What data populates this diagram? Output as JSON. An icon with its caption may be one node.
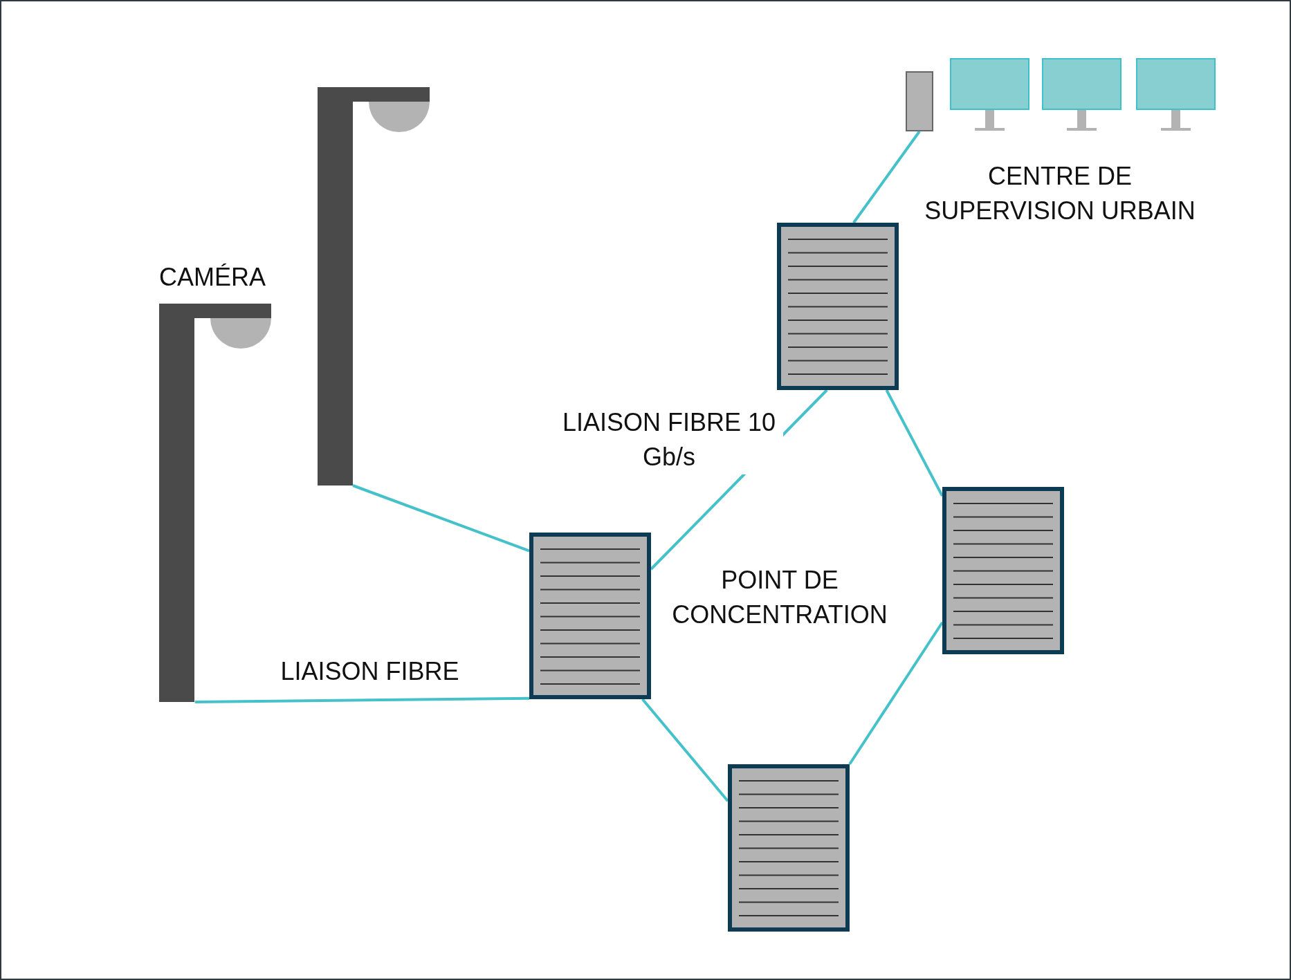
{
  "diagram": {
    "nodes": [
      {
        "text": [],
        "shape": "picture"
      },
      {
        "text": [],
        "shape": "picture",
        "beside": [
          "CAMÉRA"
        ]
      },
      {
        "text": [],
        "shape": "box",
        "beside": [
          "CENTRE DE SUPERVISION URBAIN"
        ]
      },
      {
        "text": [],
        "shape": "rack"
      },
      {
        "text": [],
        "shape": "rack"
      },
      {
        "text": [],
        "shape": "rack",
        "beside": [
          "POINT DE CONCENTRATION"
        ]
      },
      {
        "text": [],
        "shape": "rack"
      }
    ],
    "edges": [
      {
        "from": 0,
        "to": 5,
        "arrow": "none"
      },
      {
        "from": 1,
        "to": 5,
        "arrow": "none",
        "label": "LIAISON FIBRE"
      },
      {
        "from": 5,
        "to": 3,
        "arrow": "none",
        "label": "LIAISON FIBRE 10 Gb/s"
      },
      {
        "from": 3,
        "to": 4,
        "arrow": "none"
      },
      {
        "from": 4,
        "to": 6,
        "arrow": "none"
      },
      {
        "from": 6,
        "to": 5,
        "arrow": "none"
      },
      {
        "from": 3,
        "to": 2,
        "arrow": "none"
      }
    ]
  }
}
